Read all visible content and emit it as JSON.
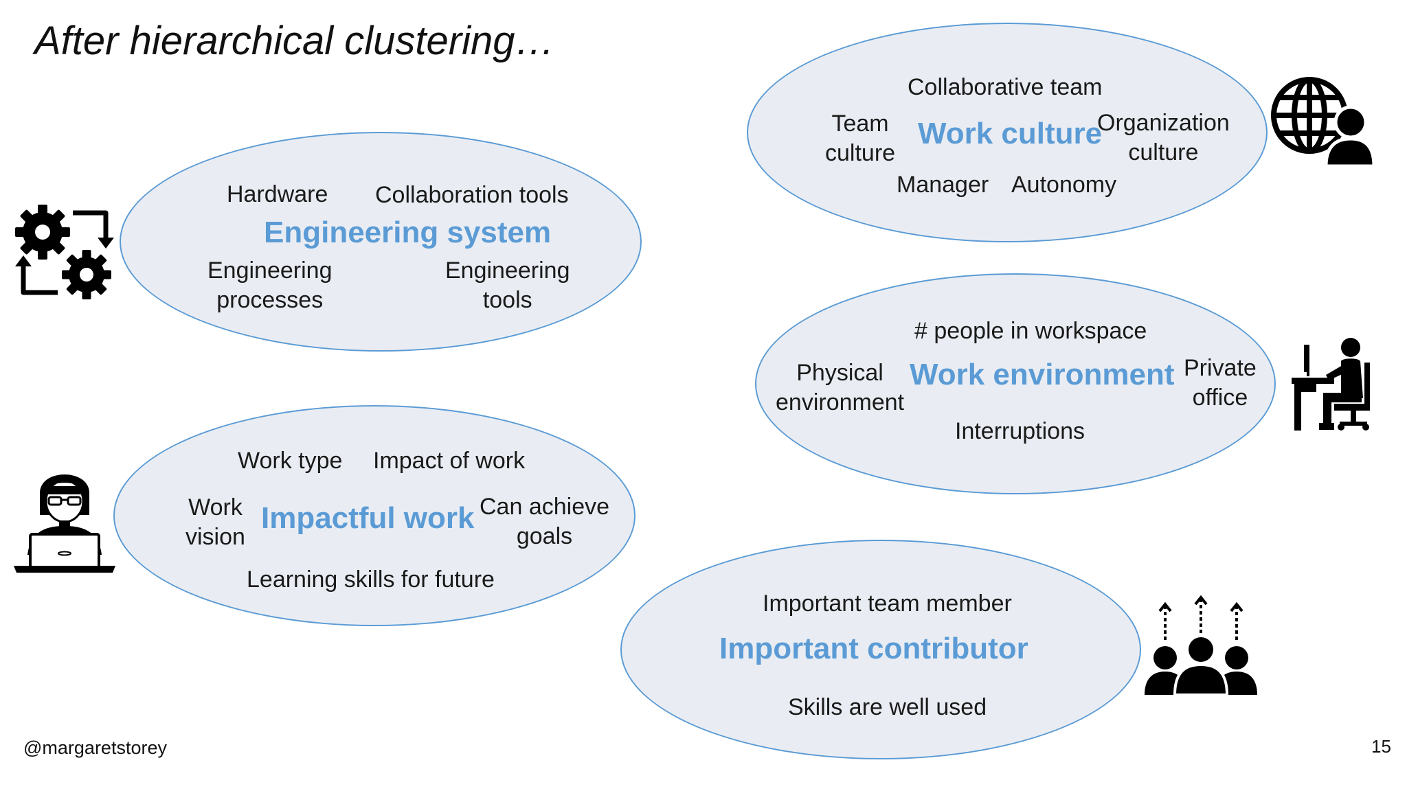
{
  "slide": {
    "title": "After hierarchical clustering…",
    "author_handle": "@margaretstorey",
    "page_number": "15"
  },
  "clusters": {
    "engineering_system": {
      "name": "Engineering system",
      "icon": "gears-cycle-icon",
      "items": {
        "hardware": "Hardware",
        "collaboration_tools": "Collaboration tools",
        "engineering_processes_l1": "Engineering",
        "engineering_processes_l2": "processes",
        "engineering_tools_l1": "Engineering",
        "engineering_tools_l2": "tools"
      }
    },
    "impactful_work": {
      "name": "Impactful work",
      "icon": "person-laptop-icon",
      "items": {
        "work_type": "Work type",
        "impact_of_work": "Impact of work",
        "work_vision_l1": "Work",
        "work_vision_l2": "vision",
        "can_achieve_goals_l1": "Can achieve",
        "can_achieve_goals_l2": "goals",
        "learning_skills": "Learning skills for future"
      }
    },
    "work_culture": {
      "name": "Work culture",
      "icon": "globe-person-icon",
      "items": {
        "collaborative_team": "Collaborative team",
        "team_culture_l1": "Team",
        "team_culture_l2": "culture",
        "organization_culture_l1": "Organization",
        "organization_culture_l2": "culture",
        "manager": "Manager",
        "autonomy": "Autonomy"
      }
    },
    "work_environment": {
      "name": "Work environment",
      "icon": "person-at-desk-icon",
      "items": {
        "people_in_workspace": "# people in workspace",
        "physical_environment_l1": "Physical",
        "physical_environment_l2": "environment",
        "private_office_l1": "Private",
        "private_office_l2": "office",
        "interruptions": "Interruptions"
      }
    },
    "important_contributor": {
      "name": "Important contributor",
      "icon": "team-growth-icon",
      "items": {
        "important_team_member": "Important team member",
        "skills_well_used": "Skills are well used"
      }
    }
  },
  "colors": {
    "category_text": "#5b9bd5",
    "ellipse_fill": "#e9edf3",
    "ellipse_stroke": "#5b9bd5",
    "icon": "#000000"
  }
}
